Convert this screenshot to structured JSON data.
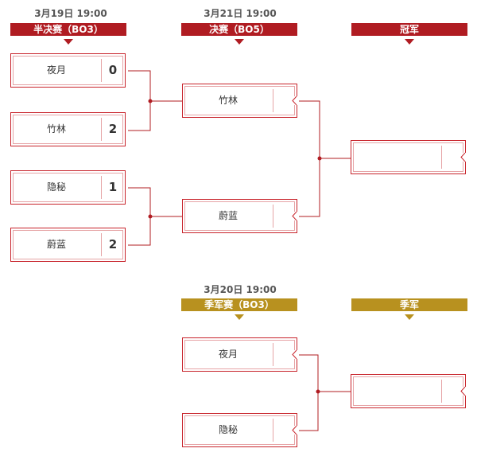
{
  "semifinal": {
    "date": "3月19日  19:00",
    "label": "半决赛（BO3）",
    "matches": [
      {
        "teams": [
          {
            "name": "夜月",
            "score": "0"
          },
          {
            "name": "竹林",
            "score": "2"
          }
        ]
      },
      {
        "teams": [
          {
            "name": "隐秘",
            "score": "1"
          },
          {
            "name": "蔚蓝",
            "score": "2"
          }
        ]
      }
    ]
  },
  "final": {
    "date": "3月21日  19:00",
    "label": "决赛（BO5）",
    "teams": [
      {
        "name": "竹林",
        "score": ""
      },
      {
        "name": "蔚蓝",
        "score": ""
      }
    ]
  },
  "champion": {
    "label": "冠军",
    "team": ""
  },
  "third_place_match": {
    "date": "3月20日  19:00",
    "label": "季军赛（BO3）",
    "teams": [
      {
        "name": "夜月",
        "score": ""
      },
      {
        "name": "隐秘",
        "score": ""
      }
    ]
  },
  "third_place": {
    "label": "季军",
    "team": ""
  },
  "colors": {
    "accent": "#b01c22",
    "gold": "#b8911f"
  }
}
